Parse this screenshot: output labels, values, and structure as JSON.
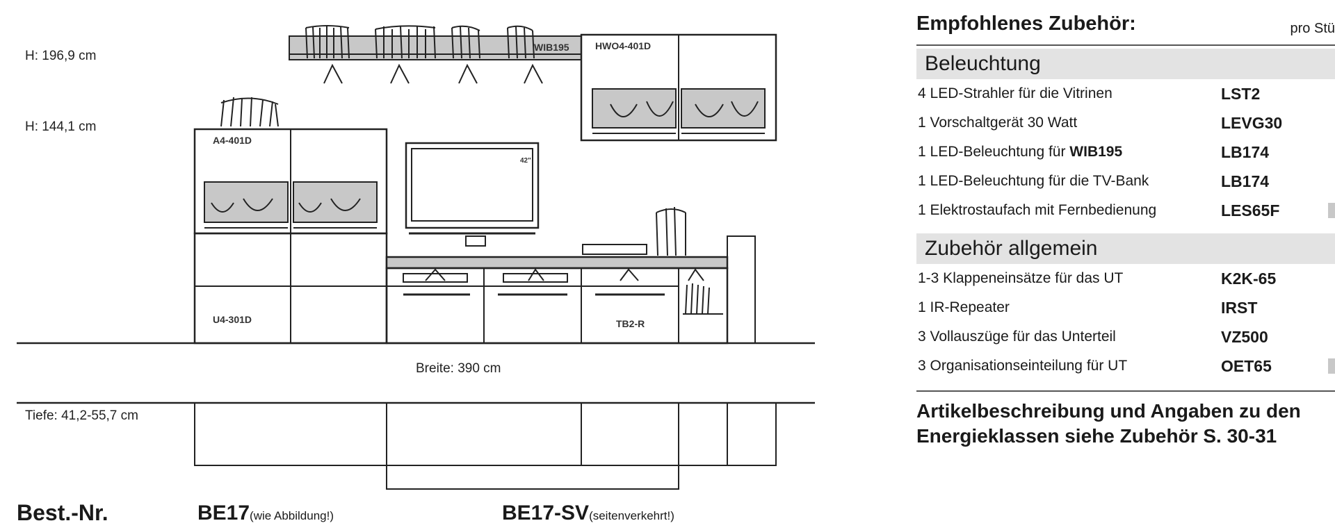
{
  "dimensions": {
    "height_1": "H: 196,9 cm",
    "height_2": "H: 144,1 cm",
    "width": "Breite: 390 cm",
    "depth": "Tiefe: 41,2-55,7 cm"
  },
  "unit_labels": {
    "wall_shelf": "WIB195",
    "hanging_vitrine": "HWO4-401D",
    "vitrine": "A4-401D",
    "lower_unit": "U4-301D",
    "tv_bench": "TB2-R",
    "tv_size": "42\""
  },
  "order": {
    "title": "Best.-Nr.",
    "entries": [
      {
        "code": "BE17",
        "note": "(wie Abbildung!)"
      },
      {
        "code": "BE17-SV",
        "note": "(seitenverkehrt!)"
      }
    ]
  },
  "accessories": {
    "heading": "Empfohlenes Zubehör:",
    "per_piece": "pro Stü",
    "sections": [
      {
        "title": "Beleuchtung",
        "rows": [
          {
            "desc": "4 LED-Strahler für die Vitrinen",
            "code": "LST2"
          },
          {
            "desc": "1 Vorschaltgerät 30 Watt",
            "code": "LEVG30"
          },
          {
            "desc_pre": "1 LED-Beleuchtung für ",
            "desc_bold": "WIB195",
            "code": "LB174"
          },
          {
            "desc": "1 LED-Beleuchtung für die TV-Bank",
            "code": "LB174"
          },
          {
            "desc": "1 Elektrostaufach mit Fernbedienung",
            "code": "LES65F"
          }
        ]
      },
      {
        "title": "Zubehör allgemein",
        "rows": [
          {
            "desc": "1-3 Klappeneinsätze für das UT",
            "code": "K2K-65"
          },
          {
            "desc": "1 IR-Repeater",
            "code": "IRST"
          },
          {
            "desc": "3 Vollauszüge für das Unterteil",
            "code": "VZ500"
          },
          {
            "desc": "3 Organisationseinteilung für UT",
            "code": "OET65"
          }
        ]
      }
    ],
    "footer_line1": "Artikelbeschreibung und Angaben zu den",
    "footer_line2": "Energieklassen siehe Zubehör S. 30-31"
  },
  "colors": {
    "line": "#222222",
    "shelf_fill": "#c8c8c8",
    "section_bg": "#e3e3e3"
  }
}
